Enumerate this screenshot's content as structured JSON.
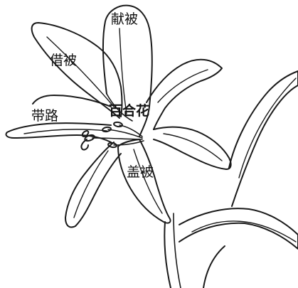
{
  "labels": {
    "xian_bei": "献被",
    "jie_bei": "借被",
    "dai_lu": "带路",
    "bai_he_hua": "百合花",
    "gai_bei": "盖被"
  }
}
